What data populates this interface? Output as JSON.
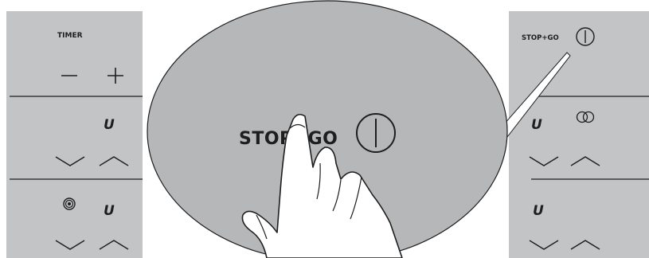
{
  "labels": {
    "timer": "TIMER",
    "stop_go_small": "STOP+GO",
    "stop_go_zoom": "STOP+GO"
  },
  "display": {
    "left_zone_top": "U",
    "left_zone_bottom": "U",
    "right_zone_top": "U",
    "right_zone_bottom": "U"
  },
  "colors": {
    "panel": "#c3c4c6",
    "zoom_oval": "#b6b7b9",
    "line": "#1e1e1e",
    "background": "#ffffff"
  }
}
